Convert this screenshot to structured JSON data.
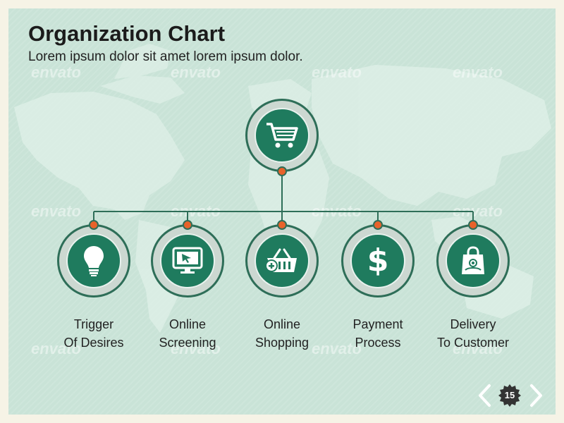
{
  "header": {
    "title": "Organization Chart",
    "subtitle": "Lorem ipsum dolor sit amet lorem ipsum dolor."
  },
  "watermark": "envato",
  "root": {
    "icon": "shopping-cart-icon"
  },
  "children": [
    {
      "icon": "light-bulb-icon",
      "line1": "Trigger",
      "line2": "Of Desires"
    },
    {
      "icon": "monitor-cursor-icon",
      "line1": "Online",
      "line2": "Screening"
    },
    {
      "icon": "shopping-basket-icon",
      "line1": "Online",
      "line2": "Shopping"
    },
    {
      "icon": "dollar-icon",
      "line1": "Payment",
      "line2": "Process"
    },
    {
      "icon": "shopping-bag-icon",
      "line1": "Delivery",
      "line2": "To Customer"
    }
  ],
  "pagination": {
    "page": "15"
  },
  "colors": {
    "node_fill": "#1f7b5e",
    "connector_dot": "#e8622a",
    "background": "#c9e3d7"
  }
}
